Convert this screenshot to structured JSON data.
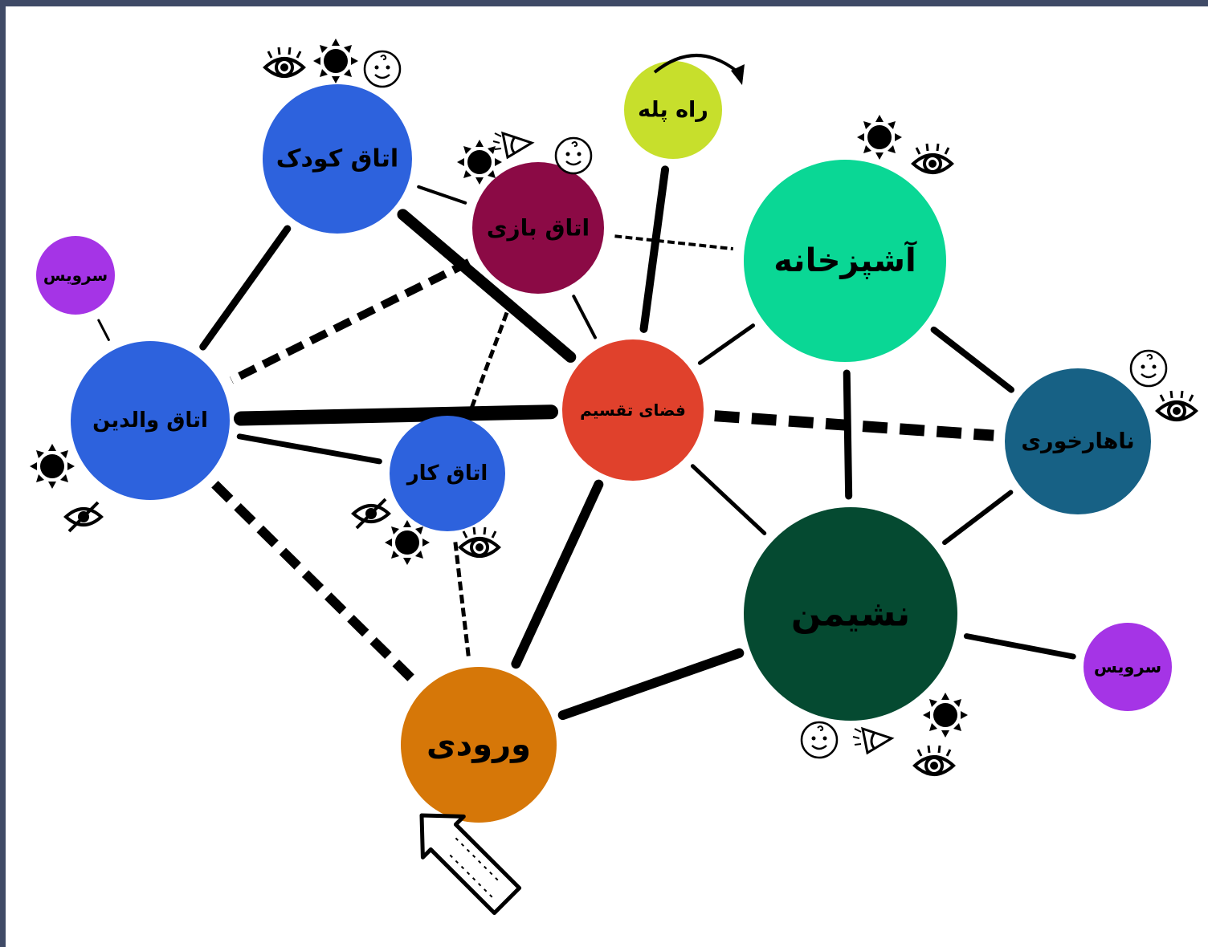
{
  "diagram": {
    "nodes": [
      {
        "id": "kid_room",
        "label": "اتاق کودک",
        "color": "#2d62dd"
      },
      {
        "id": "play_room",
        "label": "اتاق بازی",
        "color": "#8b0a45"
      },
      {
        "id": "stairs",
        "label": "راه پله",
        "color": "#c7df2c"
      },
      {
        "id": "kitchen",
        "label": "آشپزخانه",
        "color": "#0ad795"
      },
      {
        "id": "service1",
        "label": "سرویس",
        "color": "#a534e6"
      },
      {
        "id": "parents",
        "label": "اتاق والدین",
        "color": "#2d62dd"
      },
      {
        "id": "work",
        "label": "اتاق کار",
        "color": "#2d62dd"
      },
      {
        "id": "divider",
        "label": "فضای تقسیم",
        "color": "#e0412c"
      },
      {
        "id": "dining",
        "label": "ناهارخوری",
        "color": "#176185"
      },
      {
        "id": "living",
        "label": "نشیمن",
        "color": "#054a31"
      },
      {
        "id": "service2",
        "label": "سرویس",
        "color": "#a534e6"
      },
      {
        "id": "entrance",
        "label": "ورودی",
        "color": "#d67708"
      }
    ],
    "edges": [
      {
        "from": "kid_room",
        "to": "parents",
        "style": "solid"
      },
      {
        "from": "kid_room",
        "to": "play_room",
        "style": "solid"
      },
      {
        "from": "kid_room",
        "to": "divider",
        "style": "solid"
      },
      {
        "from": "play_room",
        "to": "parents",
        "style": "dashed"
      },
      {
        "from": "play_room",
        "to": "kitchen",
        "style": "dashed"
      },
      {
        "from": "play_room",
        "to": "work",
        "style": "dashed"
      },
      {
        "from": "play_room",
        "to": "divider",
        "style": "solid"
      },
      {
        "from": "stairs",
        "to": "divider",
        "style": "solid"
      },
      {
        "from": "service1",
        "to": "parents",
        "style": "solid"
      },
      {
        "from": "parents",
        "to": "divider",
        "style": "solid"
      },
      {
        "from": "parents",
        "to": "work",
        "style": "solid"
      },
      {
        "from": "parents",
        "to": "entrance",
        "style": "dashed"
      },
      {
        "from": "work",
        "to": "entrance",
        "style": "dashed"
      },
      {
        "from": "divider",
        "to": "entrance",
        "style": "solid"
      },
      {
        "from": "divider",
        "to": "kitchen",
        "style": "solid"
      },
      {
        "from": "divider",
        "to": "dining",
        "style": "dashed"
      },
      {
        "from": "divider",
        "to": "living",
        "style": "solid"
      },
      {
        "from": "kitchen",
        "to": "living",
        "style": "solid"
      },
      {
        "from": "kitchen",
        "to": "dining",
        "style": "solid"
      },
      {
        "from": "dining",
        "to": "living",
        "style": "solid"
      },
      {
        "from": "living",
        "to": "entrance",
        "style": "solid"
      },
      {
        "from": "living",
        "to": "service2",
        "style": "solid"
      }
    ],
    "icon_names": [
      "eye-icon",
      "sun-icon",
      "baby-face-icon",
      "eye-slash-icon",
      "side-eye-icon",
      "curved-arrow-icon",
      "entry-arrow-icon"
    ]
  }
}
